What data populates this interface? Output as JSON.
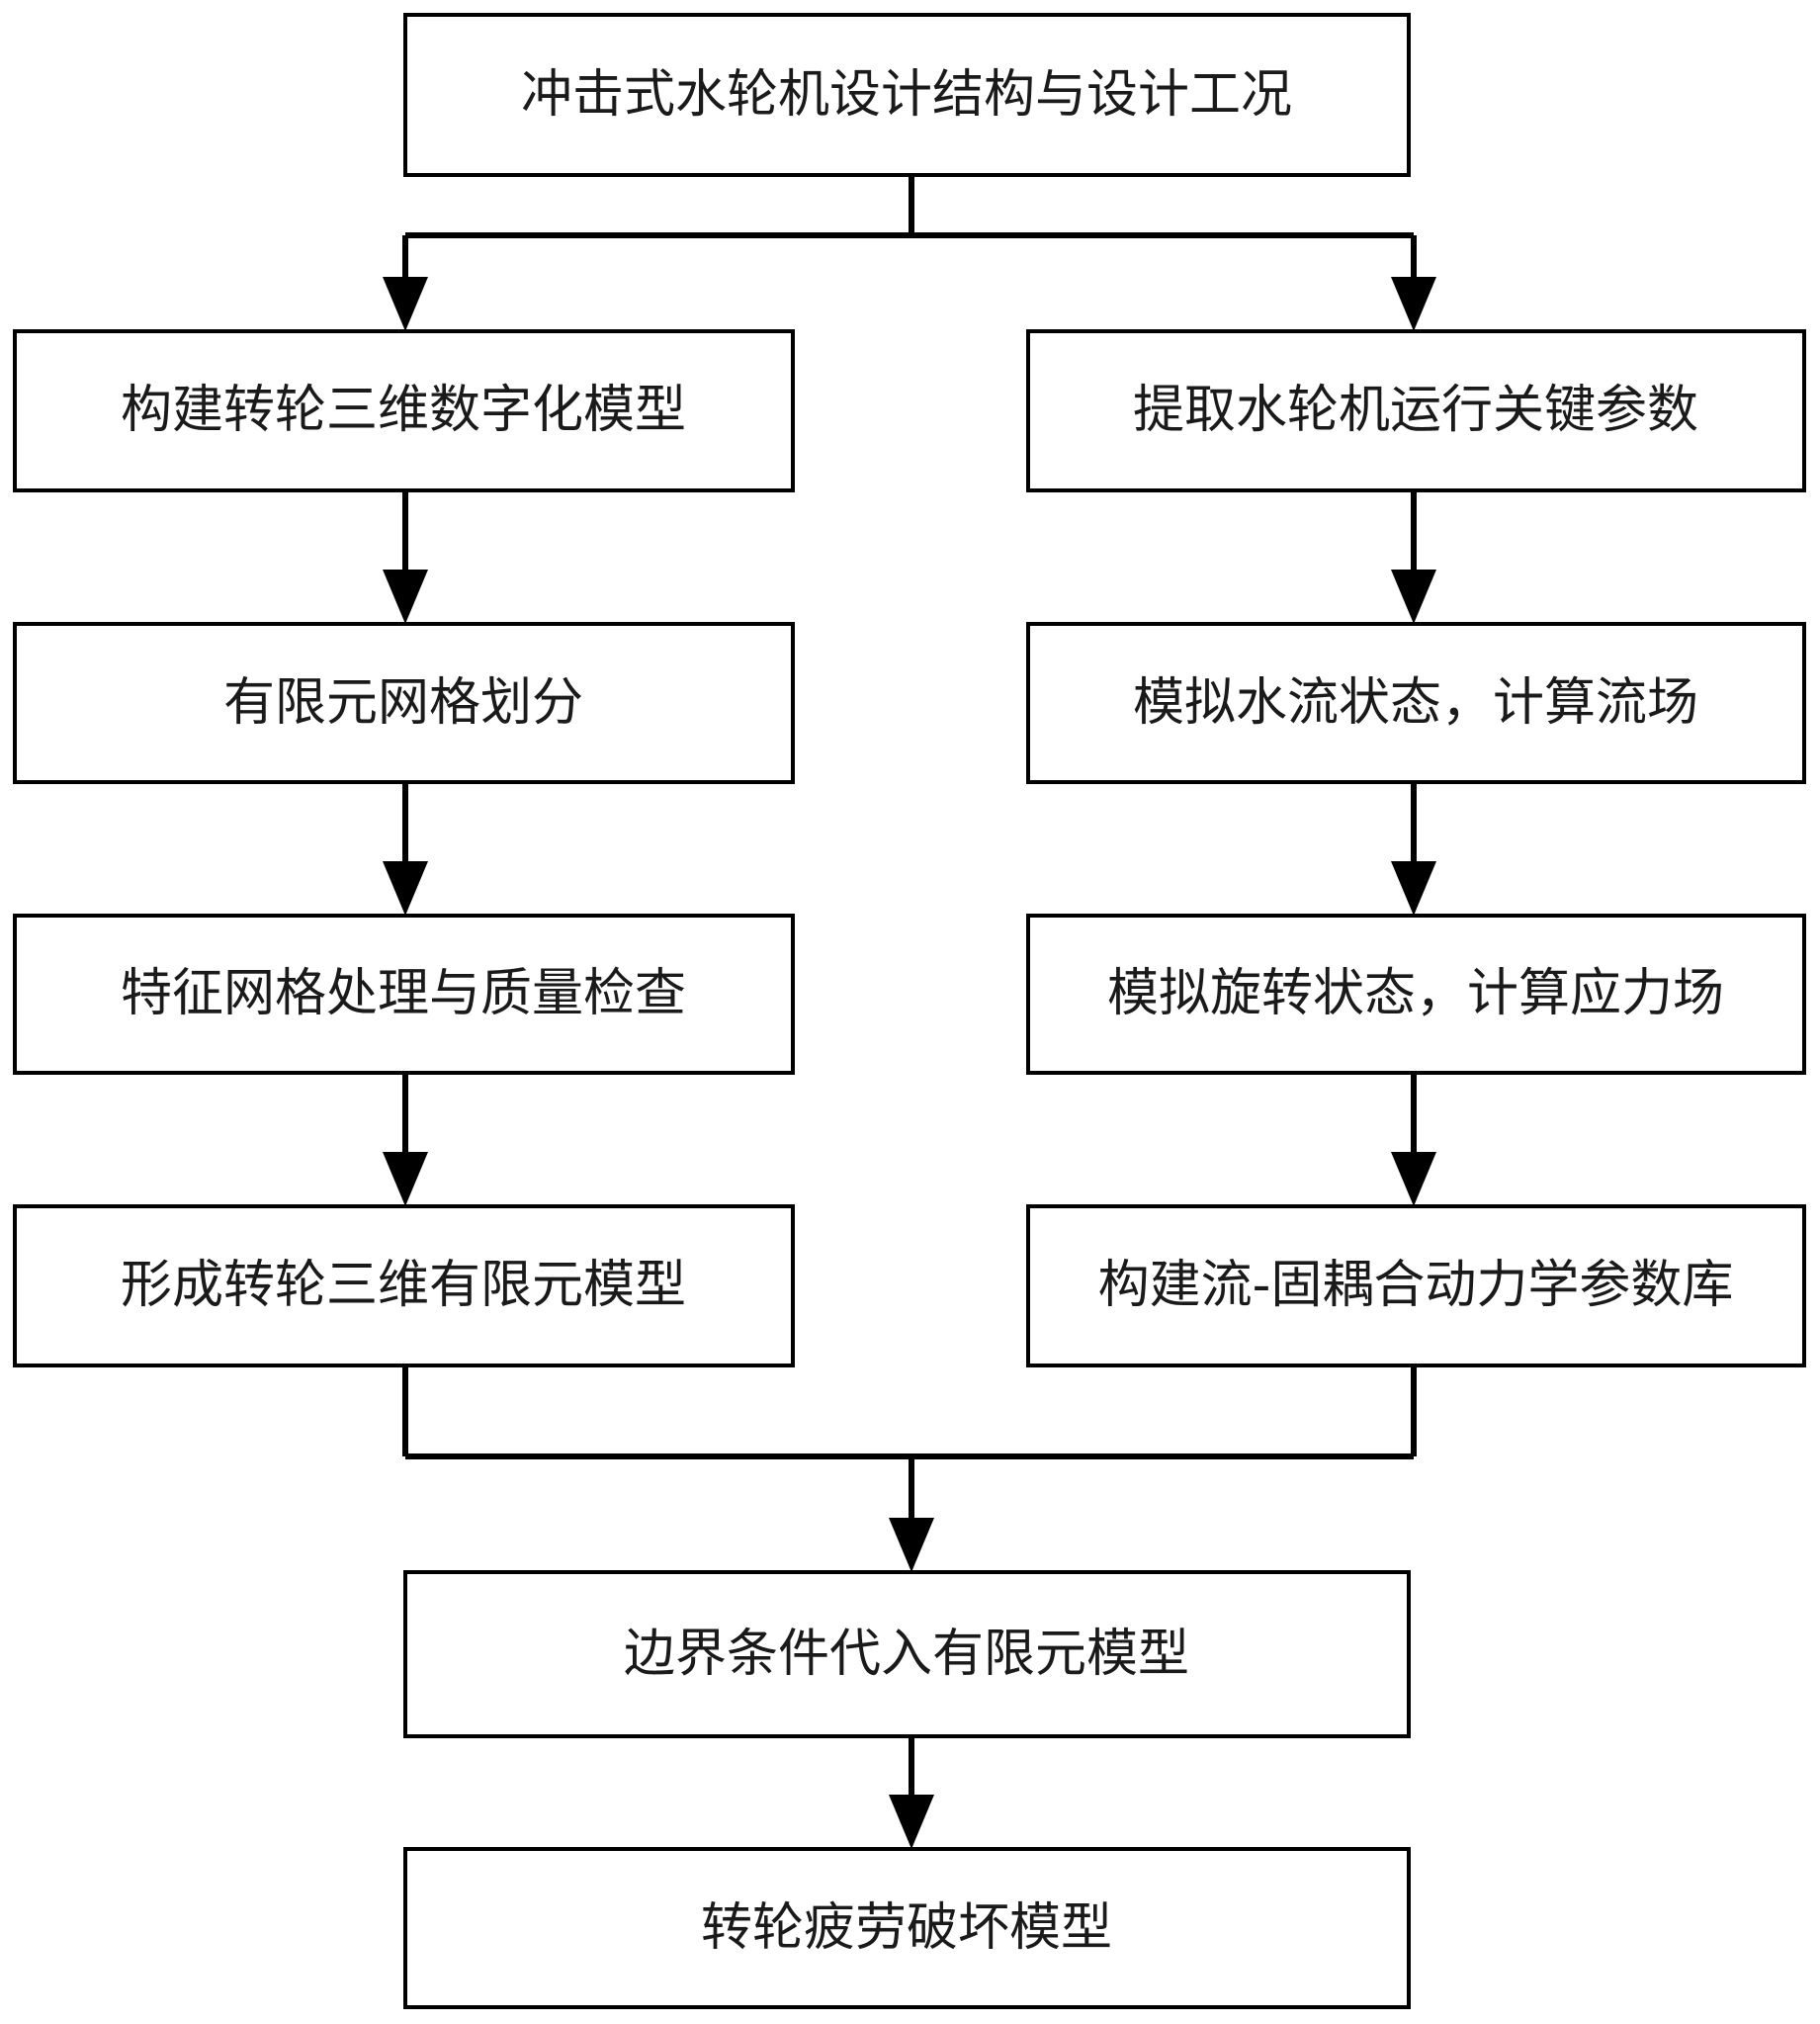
{
  "nodes": {
    "design": "冲击式水轮机设计结构与设计工况",
    "build_3d_model": "构建转轮三维数字化模型",
    "extract_params": "提取水轮机运行关键参数",
    "mesh_division": "有限元网格划分",
    "simulate_flow": "模拟水流状态，计算流场",
    "mesh_quality": "特征网格处理与质量检查",
    "simulate_rotation": "模拟旋转状态，计算应力场",
    "form_fe_model": "形成转轮三维有限元模型",
    "fsi_database": "构建流-固耦合动力学参数库",
    "boundary_conditions": "边界条件代入有限元模型",
    "fatigue_model": "转轮疲劳破坏模型"
  },
  "colors": {
    "stroke": "#000000",
    "text": "#1a1a1a",
    "background": "#ffffff"
  }
}
